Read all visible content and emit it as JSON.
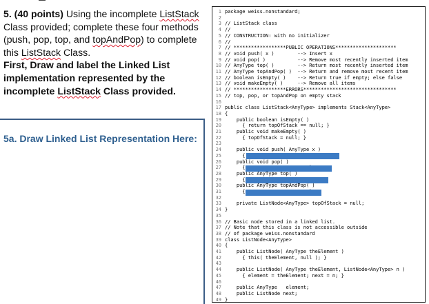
{
  "question": {
    "p1_points": "5. (40 points)",
    "p1_a": " Using the incomplete ",
    "p1_class1": "ListStack",
    "p1_b": " Class provided; complete these four methods (push, pop, top, and ",
    "p1_topandpop": "topAndPop",
    "p1_c": ") to complete this ",
    "p1_class2": "ListStack",
    "p1_d": " Class.",
    "p2_a": "First,  Draw and label the Linked List implementation represented by the incomplete ",
    "p2_class": "ListStack",
    "p2_b": " Class provided."
  },
  "draw_label": "5a. Draw Linked List Representation Here:",
  "code": {
    "lines": [
      {
        "n": "1",
        "text": "package weiss.nonstandard;"
      },
      {
        "n": "2",
        "text": ""
      },
      {
        "n": "3",
        "text": "// ListStack class"
      },
      {
        "n": "4",
        "text": "//"
      },
      {
        "n": "5",
        "text": "// CONSTRUCTION: with no initializer"
      },
      {
        "n": "6",
        "text": "//"
      },
      {
        "n": "7",
        "text": "// ******************PUBLIC OPERATIONS*********************"
      },
      {
        "n": "8",
        "text": "// void push( x )        --> Insert x"
      },
      {
        "n": "9",
        "text": "// void pop( )           --> Remove most recently inserted item"
      },
      {
        "n": "10",
        "text": "// AnyType top( )        --> Return most recently inserted item"
      },
      {
        "n": "11",
        "text": "// AnyType topAndPop( )  --> Return and remove most recent item"
      },
      {
        "n": "12",
        "text": "// boolean isEmpty( )    --> Return true if empty; else false"
      },
      {
        "n": "13",
        "text": "// void makeEmpty( )     --> Remove all items"
      },
      {
        "n": "14",
        "text": "// ******************ERRORS********************************"
      },
      {
        "n": "15",
        "text": "// top, pop, or topAndPop on empty stack"
      },
      {
        "n": "16",
        "text": ""
      },
      {
        "n": "17",
        "text": "public class ListStack<AnyType> implements Stack<AnyType>"
      },
      {
        "n": "18",
        "text": "{"
      },
      {
        "n": "19",
        "text": "    public boolean isEmpty( )"
      },
      {
        "n": "20",
        "text": "      { return topOfStack == null; }"
      },
      {
        "n": "21",
        "text": "    public void makeEmpty( )"
      },
      {
        "n": "22",
        "text": "      { topOfStack = null; }"
      },
      {
        "n": "23",
        "text": ""
      },
      {
        "n": "24",
        "text": "    public void push( AnyType x )"
      },
      {
        "n": "25",
        "text": "      {                      }"
      },
      {
        "n": "26",
        "text": "    public void pop( )"
      },
      {
        "n": "27",
        "text": "      {                      }"
      },
      {
        "n": "28",
        "text": "    public AnyType top( )"
      },
      {
        "n": "29",
        "text": "      {                      }"
      },
      {
        "n": "30",
        "text": "    public AnyType topAndPop( )"
      },
      {
        "n": "31",
        "text": "      {                      }"
      },
      {
        "n": "32",
        "text": ""
      },
      {
        "n": "33",
        "text": "    private ListNode<AnyType> topOfStack = null;"
      },
      {
        "n": "34",
        "text": "}"
      },
      {
        "n": "35",
        "text": ""
      },
      {
        "n": "36",
        "text": "// Basic node stored in a linked list."
      },
      {
        "n": "37",
        "text": "// Note that this class is not accessible outside"
      },
      {
        "n": "38",
        "text": "// of package weiss.nonstandard"
      },
      {
        "n": "39",
        "text": "class ListNode<AnyType>"
      },
      {
        "n": "40",
        "text": "{"
      },
      {
        "n": "41",
        "text": "    public ListNode( AnyType theElement )"
      },
      {
        "n": "42",
        "text": "      { this( theElement, null ); }"
      },
      {
        "n": "43",
        "text": ""
      },
      {
        "n": "44",
        "text": "    public ListNode( AnyType theElement, ListNode<AnyType> n )"
      },
      {
        "n": "45",
        "text": "      { element = theElement; next = n; }"
      },
      {
        "n": "46",
        "text": ""
      },
      {
        "n": "47",
        "text": "    public AnyType   element;"
      },
      {
        "n": "48",
        "text": "    public ListNode next;"
      },
      {
        "n": "49",
        "text": "}"
      }
    ]
  },
  "colors": {
    "accent": "#2e5f8f",
    "divider": "#3b5d86",
    "redaction": "#3c7bc4",
    "wavy_underline": "#d23"
  }
}
